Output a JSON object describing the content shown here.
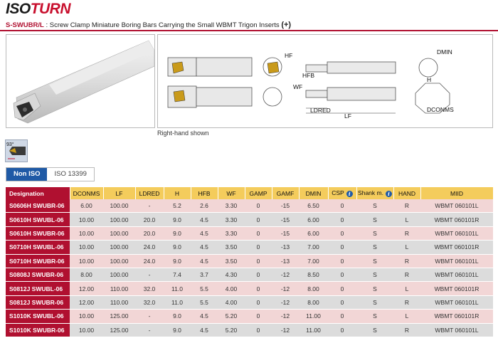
{
  "brand": {
    "part1": "ISO",
    "part2": "TURN"
  },
  "subtitle": {
    "code": "S-SWUBR/L",
    "text": " : Screw Clamp Miniature Boring Bars Carrying the Small WBMT Trigon Inserts",
    "plus": "(+)"
  },
  "drawing_labels": {
    "hf": "HF",
    "hfb": "HFB",
    "wf": "WF",
    "ldred": "LDRED",
    "lf": "LF",
    "dmin": "DMIN",
    "h": "H",
    "dconms": "DCONMS"
  },
  "caption": "Right-hand shown",
  "angle_badge": {
    "text": "93°"
  },
  "tabs": [
    {
      "label": "Non ISO",
      "active": true
    },
    {
      "label": "ISO 13399",
      "active": false
    }
  ],
  "colors": {
    "brand_red": "#b01030",
    "header_yellow": "#f4cc5c",
    "row_pink": "#f2d6d6",
    "row_gray": "#dcdcdc",
    "tab_blue": "#1f5aa6"
  },
  "table": {
    "headers": [
      "Designation",
      "DCONMS",
      "LF",
      "LDRED",
      "H",
      "HFB",
      "WF",
      "GAMP",
      "GAMF",
      "DMIN",
      "CSP",
      "Shank m.",
      "HAND",
      "MIID"
    ],
    "info_headers": [
      "CSP",
      "Shank m."
    ],
    "rows": [
      [
        "S0606H SWUBR-06",
        "6.00",
        "100.00",
        "-",
        "5.2",
        "2.6",
        "3.30",
        "0",
        "-15",
        "6.50",
        "0",
        "S",
        "R",
        "WBMT 060101L"
      ],
      [
        "S0610H SWUBL-06",
        "10.00",
        "100.00",
        "20.0",
        "9.0",
        "4.5",
        "3.30",
        "0",
        "-15",
        "6.00",
        "0",
        "S",
        "L",
        "WBMT 060101R"
      ],
      [
        "S0610H SWUBR-06",
        "10.00",
        "100.00",
        "20.0",
        "9.0",
        "4.5",
        "3.30",
        "0",
        "-15",
        "6.00",
        "0",
        "S",
        "R",
        "WBMT 060101L"
      ],
      [
        "S0710H SWUBL-06",
        "10.00",
        "100.00",
        "24.0",
        "9.0",
        "4.5",
        "3.50",
        "0",
        "-13",
        "7.00",
        "0",
        "S",
        "L",
        "WBMT 060101R"
      ],
      [
        "S0710H SWUBR-06",
        "10.00",
        "100.00",
        "24.0",
        "9.0",
        "4.5",
        "3.50",
        "0",
        "-13",
        "7.00",
        "0",
        "S",
        "R",
        "WBMT 060101L"
      ],
      [
        "S0808J SWUBR-06",
        "8.00",
        "100.00",
        "-",
        "7.4",
        "3.7",
        "4.30",
        "0",
        "-12",
        "8.50",
        "0",
        "S",
        "R",
        "WBMT 060101L"
      ],
      [
        "S0812J SWUBL-06",
        "12.00",
        "110.00",
        "32.0",
        "11.0",
        "5.5",
        "4.00",
        "0",
        "-12",
        "8.00",
        "0",
        "S",
        "L",
        "WBMT 060101R"
      ],
      [
        "S0812J SWUBR-06",
        "12.00",
        "110.00",
        "32.0",
        "11.0",
        "5.5",
        "4.00",
        "0",
        "-12",
        "8.00",
        "0",
        "S",
        "R",
        "WBMT 060101L"
      ],
      [
        "S1010K SWUBL-06",
        "10.00",
        "125.00",
        "-",
        "9.0",
        "4.5",
        "5.20",
        "0",
        "-12",
        "11.00",
        "0",
        "S",
        "L",
        "WBMT 060101R"
      ],
      [
        "S1010K SWUBR-06",
        "10.00",
        "125.00",
        "-",
        "9.0",
        "4.5",
        "5.20",
        "0",
        "-12",
        "11.00",
        "0",
        "S",
        "R",
        "WBMT 060101L"
      ]
    ]
  }
}
